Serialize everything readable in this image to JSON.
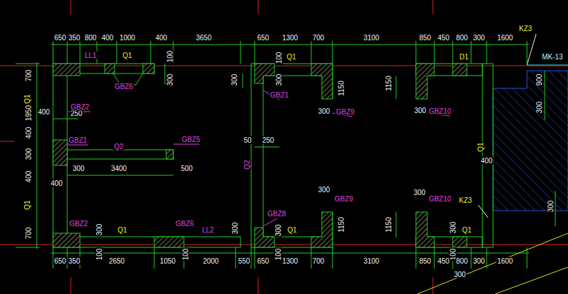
{
  "diagram": {
    "labels": [
      "650",
      "350",
      "800",
      "400",
      "1000",
      "400",
      "3650",
      "650",
      "1300",
      "700",
      "3100",
      "850",
      "450",
      "800",
      "300",
      "1600",
      "KZ3",
      "MK-13",
      "LL1",
      "Q1",
      "100",
      "300",
      "300",
      "100",
      "300",
      "Q1",
      "D1",
      "900",
      "300",
      "700",
      "Q1",
      "1950",
      "400",
      "250",
      "400",
      "300",
      "400",
      "Q1",
      "700",
      "GBZ2",
      "GBZ6",
      "GBZ1",
      "Q2",
      "GBZ5",
      "300",
      "3400",
      "500",
      "400",
      "GBZ1",
      "1150",
      "300",
      "GBZ9",
      "1150",
      "300",
      "GBZ10",
      "Q1",
      "400",
      "50",
      "250",
      "Q2",
      "300",
      "GBZ9",
      "300",
      "GBZ10",
      "KZ3",
      "GBZ8",
      "GBZ2",
      "GBZ6",
      "300",
      "Q1",
      "LL2",
      "300",
      "300",
      "Q1",
      "1150",
      "1150",
      "300",
      "Q1",
      "300",
      "100",
      "100",
      "100",
      "100",
      "650",
      "350",
      "2650",
      "1050",
      "2000",
      "550",
      "650",
      "1300",
      "700",
      "3100",
      "850",
      "450",
      "800",
      "300",
      "1600",
      "300"
    ]
  }
}
